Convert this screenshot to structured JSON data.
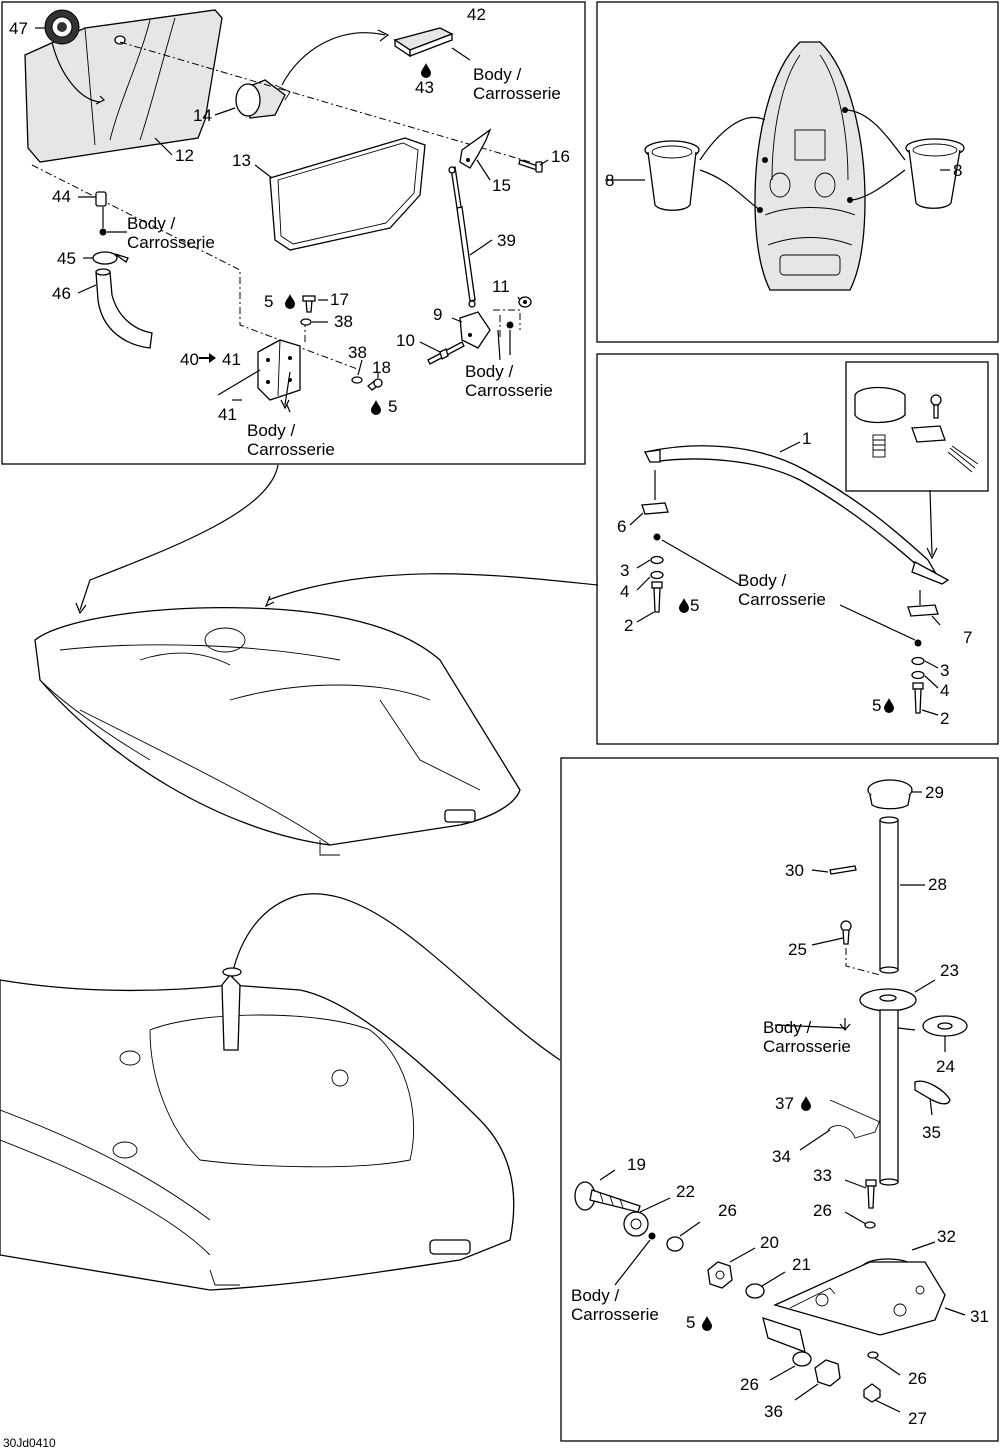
{
  "diagram": {
    "drawing_code": "30Jd0410",
    "body_label": [
      "Body /",
      "Carrosserie"
    ],
    "callouts": {
      "c1": "1",
      "c2a": "2",
      "c2b": "2",
      "c3a": "3",
      "c3b": "3",
      "c4a": "4",
      "c4b": "4",
      "c5a": "5",
      "c5b": "5",
      "c5c": "5",
      "c5d": "5",
      "c5e": "5",
      "c6": "6",
      "c7": "7",
      "c8a": "8",
      "c8b": "8",
      "c9": "9",
      "c10": "10",
      "c11": "11",
      "c12": "12",
      "c13": "13",
      "c14": "14",
      "c15": "15",
      "c16": "16",
      "c17": "17",
      "c18": "18",
      "c19": "19",
      "c20": "20",
      "c21": "21",
      "c22": "22",
      "c23": "23",
      "c24": "24",
      "c25": "25",
      "c26a": "26",
      "c26b": "26",
      "c26c": "26",
      "c26d": "26",
      "c27": "27",
      "c28": "28",
      "c29": "29",
      "c30": "30",
      "c31": "31",
      "c32": "32",
      "c33": "33",
      "c34": "34",
      "c35": "35",
      "c36": "36",
      "c37": "37",
      "c38a": "38",
      "c38b": "38",
      "c39": "39",
      "c40": "40",
      "c41a": "41",
      "c41b": "41",
      "c42": "42",
      "c43": "43",
      "c44": "44",
      "c45": "45",
      "c46": "46",
      "c47": "47"
    },
    "icons": {
      "drop": "oil-drop-icon",
      "arrow": "arrow-right-icon"
    }
  }
}
